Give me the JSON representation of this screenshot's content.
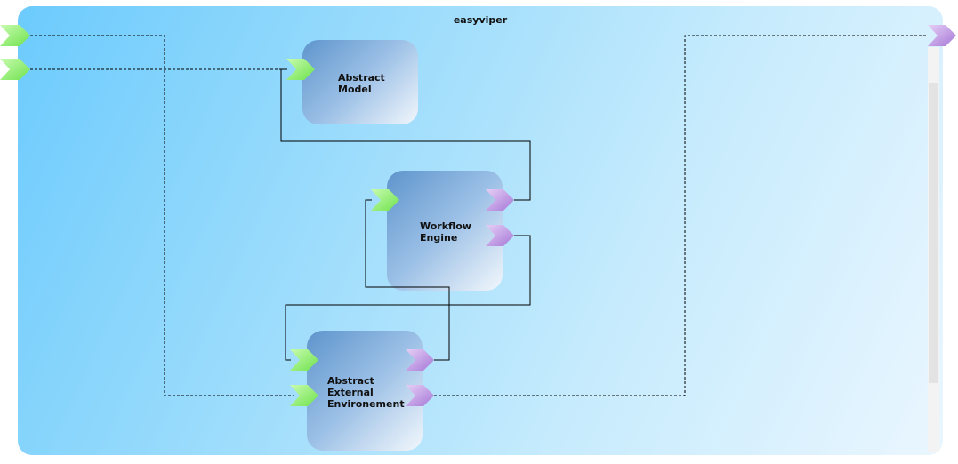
{
  "diagram": {
    "title": "easyviper",
    "nodes": [
      {
        "id": "abstract-model",
        "lines": [
          "Abstract",
          "Model"
        ]
      },
      {
        "id": "workflow-engine",
        "lines": [
          "Workflow",
          "Engine"
        ]
      },
      {
        "id": "abstract-external-environement",
        "lines": [
          "Abstract",
          "External",
          "Environement"
        ]
      }
    ],
    "colors": {
      "input_port": "#8ef06c",
      "output_port": "#b98de0",
      "wire": "#000000",
      "container": "#9cdcfc"
    }
  }
}
